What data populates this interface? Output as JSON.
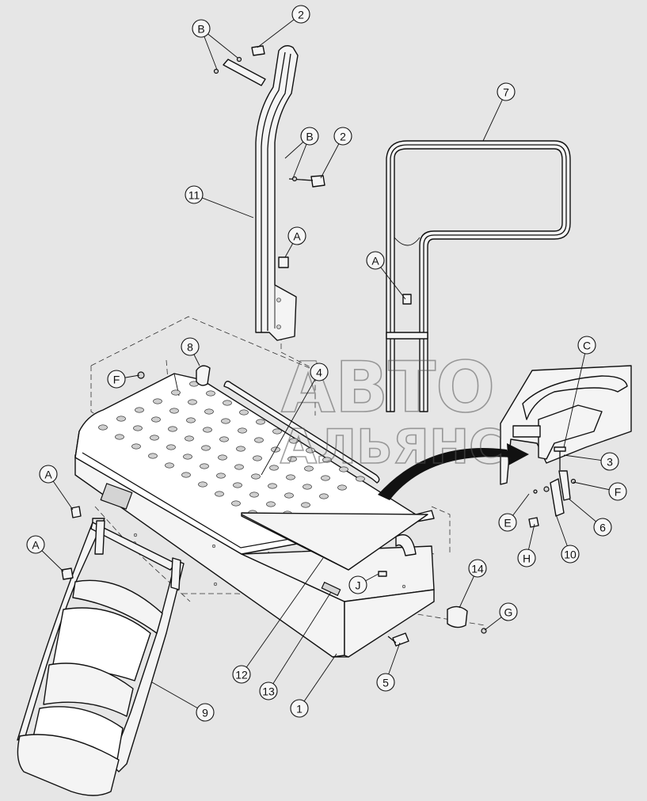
{
  "diagram": {
    "callouts": [
      {
        "id": "2a",
        "text": "2"
      },
      {
        "id": "Ba",
        "text": "B"
      },
      {
        "id": "Bb",
        "text": "B"
      },
      {
        "id": "2b",
        "text": "2"
      },
      {
        "id": "7",
        "text": "7"
      },
      {
        "id": "11",
        "text": "11"
      },
      {
        "id": "Aa",
        "text": "A"
      },
      {
        "id": "Ab",
        "text": "A"
      },
      {
        "id": "8",
        "text": "8"
      },
      {
        "id": "4",
        "text": "4"
      },
      {
        "id": "C",
        "text": "C"
      },
      {
        "id": "Fa",
        "text": "F"
      },
      {
        "id": "3",
        "text": "3"
      },
      {
        "id": "Fb",
        "text": "F"
      },
      {
        "id": "Ac",
        "text": "A"
      },
      {
        "id": "E",
        "text": "E"
      },
      {
        "id": "6",
        "text": "6"
      },
      {
        "id": "Ad",
        "text": "A"
      },
      {
        "id": "H",
        "text": "H"
      },
      {
        "id": "10",
        "text": "10"
      },
      {
        "id": "14",
        "text": "14"
      },
      {
        "id": "J",
        "text": "J"
      },
      {
        "id": "G",
        "text": "G"
      },
      {
        "id": "12",
        "text": "12"
      },
      {
        "id": "5",
        "text": "5"
      },
      {
        "id": "13",
        "text": "13"
      },
      {
        "id": "1",
        "text": "1"
      },
      {
        "id": "9",
        "text": "9"
      }
    ]
  },
  "watermark": {
    "line1": "АВТО",
    "line2": "АЛЬЯНС"
  }
}
